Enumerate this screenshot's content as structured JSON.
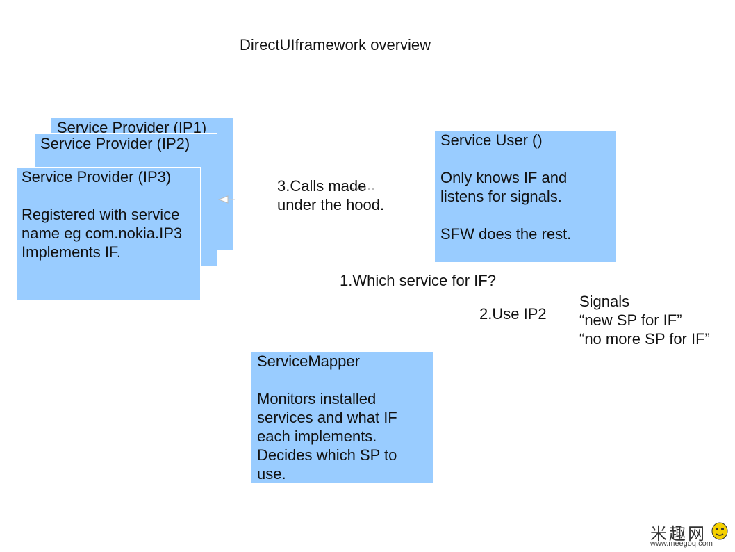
{
  "title": "DirectUIframework overview",
  "providers": [
    {
      "title": "Service Provider (IP1)"
    },
    {
      "title": "Service Provider (IP2)"
    },
    {
      "title": "Service Provider (IP3)",
      "lines": [
        "",
        "Registered with service",
        "name eg com.nokia.IP3",
        "Implements IF."
      ]
    }
  ],
  "service_user": {
    "lines": [
      "Service User ()",
      "",
      "Only knows IF and",
      "listens for signals.",
      "",
      "SFW does the rest."
    ]
  },
  "service_mapper": {
    "lines": [
      "ServiceMapper",
      "",
      "Monitors installed",
      "services and what IF",
      "each implements.",
      "Decides which SP to",
      "use."
    ]
  },
  "labels": {
    "calls": [
      "3.Calls made",
      "under the hood."
    ],
    "which": "1.Which service for IF?",
    "use": "2.Use IP2",
    "signals": [
      "Signals",
      "“new SP for IF”",
      "“no more SP for IF”"
    ]
  },
  "watermark": {
    "chars": "米趣网",
    "url": "www.meegoq.com",
    "mascot_color": "#f5d000"
  }
}
